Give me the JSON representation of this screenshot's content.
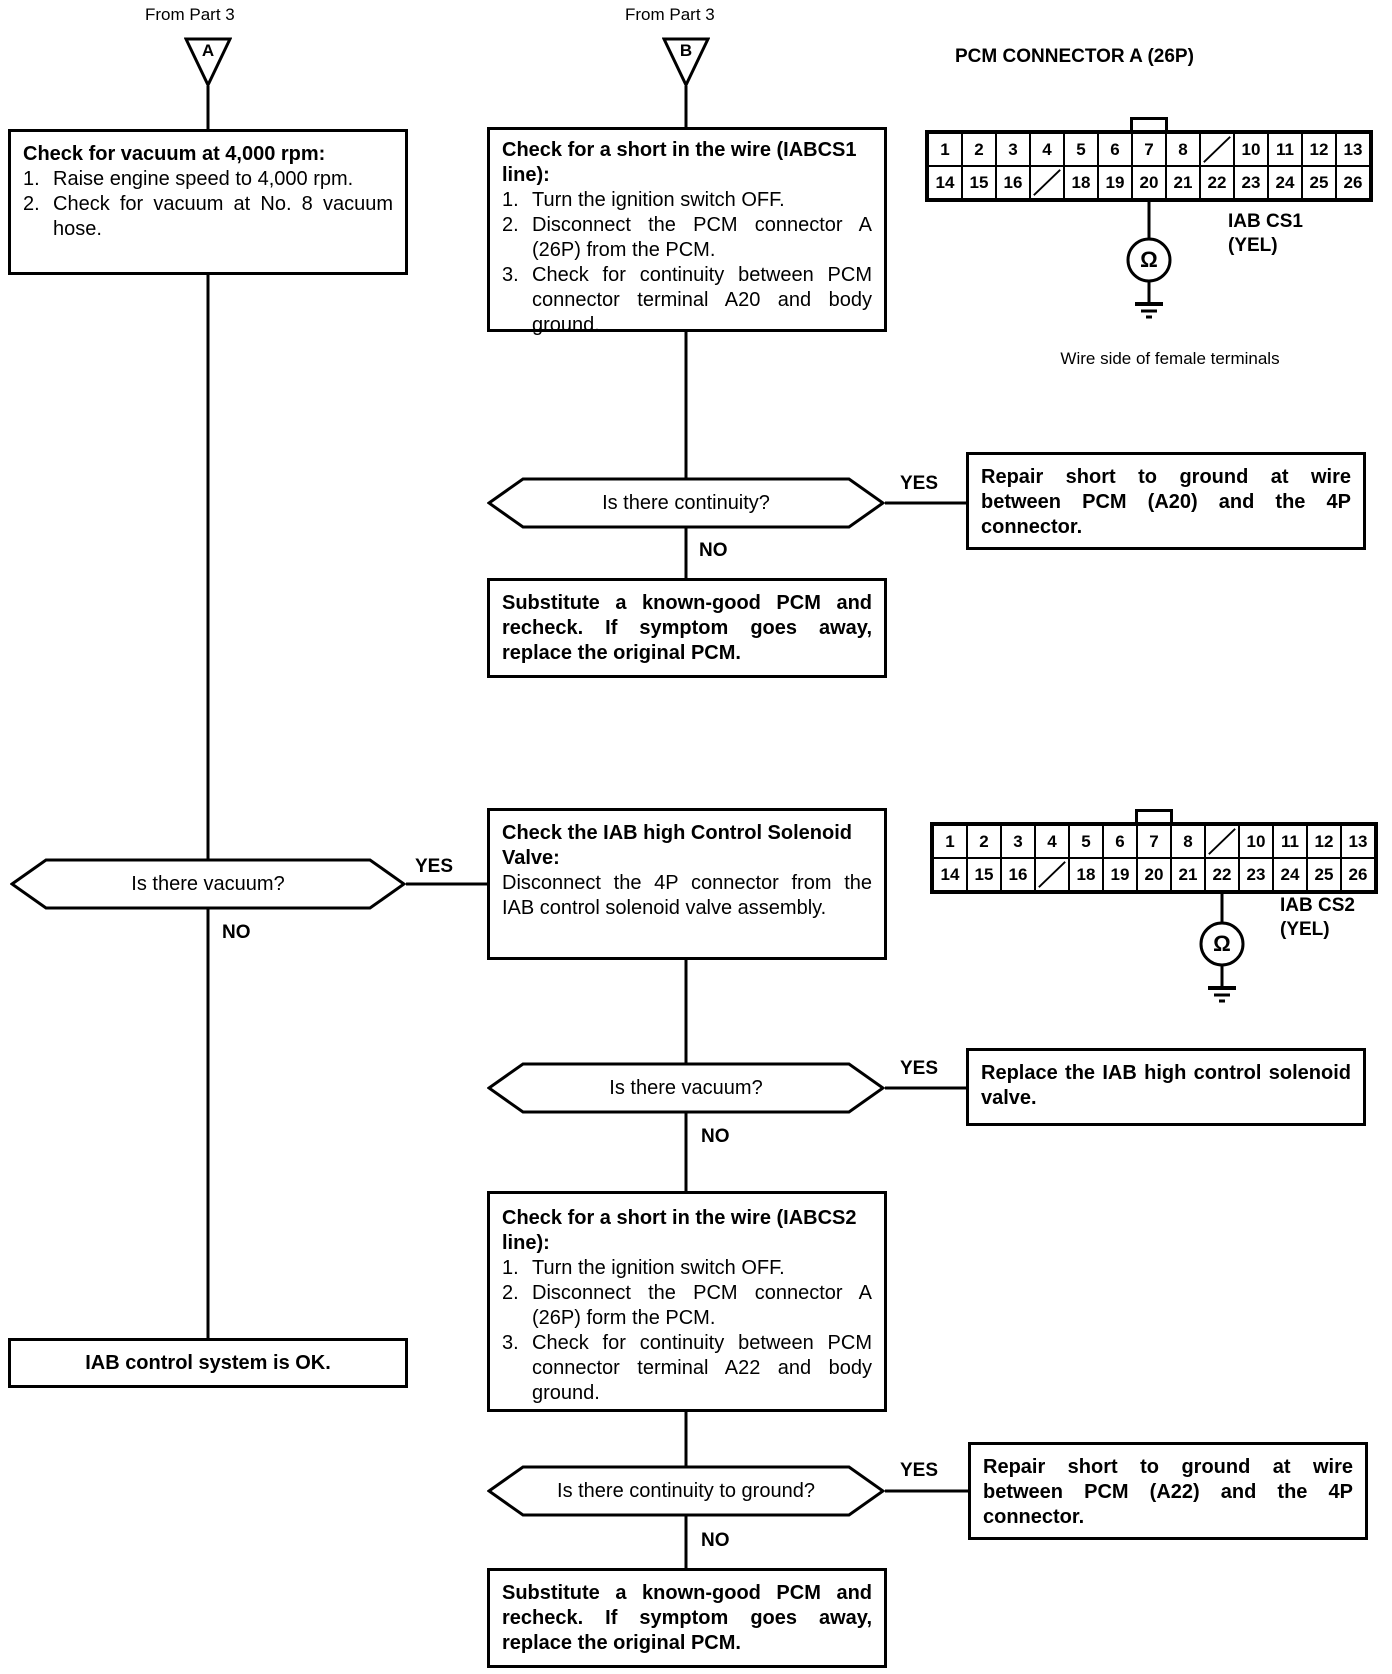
{
  "labels": {
    "from_part_3": "From Part 3",
    "yes": "YES",
    "no": "NO"
  },
  "entries": {
    "a": "A",
    "b": "B"
  },
  "boxes": {
    "check_vacuum": {
      "title": "Check for vacuum at 4,000 rpm:",
      "steps": [
        {
          "num": "1.",
          "text": "Raise engine speed to 4,000 rpm."
        },
        {
          "num": "2.",
          "text": "Check for vacuum at No. 8 vacuum hose."
        }
      ]
    },
    "short_cs1": {
      "title": "Check for a short in the wire (IABCS1 line):",
      "steps": [
        {
          "num": "1.",
          "text": "Turn the ignition switch OFF."
        },
        {
          "num": "2.",
          "text": "Disconnect the PCM connector A (26P) from the PCM."
        },
        {
          "num": "3.",
          "text": "Check for continuity between PCM connector terminal A20 and body ground."
        }
      ]
    },
    "repair_a20": "Repair short to ground at wire between PCM (A20) and the 4P connector.",
    "substitute_1": "Substitute a known-good PCM and recheck. If symptom goes away, replace the original PCM.",
    "check_iab": {
      "title": "Check the IAB high Control Solenoid Valve:",
      "body": "Disconnect the 4P connector from the IAB control solenoid valve assembly."
    },
    "replace_valve": "Replace the IAB high control solenoid valve.",
    "short_cs2": {
      "title": "Check for a short in the wire (IABCS2 line):",
      "steps": [
        {
          "num": "1.",
          "text": "Turn the ignition switch OFF."
        },
        {
          "num": "2.",
          "text": "Disconnect the PCM connector A (26P) form the PCM."
        },
        {
          "num": "3.",
          "text": "Check for continuity between PCM connector terminal A22 and body ground."
        }
      ]
    },
    "repair_a22": "Repair short to ground at wire between PCM (A22) and the 4P connector.",
    "substitute_2": "Substitute a known-good PCM and recheck. If symptom goes away, replace the original PCM.",
    "ok": "IAB control system is OK."
  },
  "decisions": {
    "vacuum_left": "Is there vacuum?",
    "continuity_1": "Is there continuity?",
    "vacuum_mid": "Is there vacuum?",
    "continuity_ground": "Is there continuity to ground?"
  },
  "pcm": {
    "title": "PCM CONNECTOR A (26P)",
    "caption": "Wire side of female terminals",
    "meter": "Ω",
    "row1": [
      "1",
      "2",
      "3",
      "4",
      "5",
      "6",
      "7",
      "8",
      "",
      "10",
      "11",
      "12",
      "13"
    ],
    "row2": [
      "14",
      "15",
      "16",
      "",
      "18",
      "19",
      "20",
      "21",
      "22",
      "23",
      "24",
      "25",
      "26"
    ],
    "cs1": {
      "name": "IAB CS1",
      "color": "(YEL)"
    },
    "cs2": {
      "name": "IAB CS2",
      "color": "(YEL)"
    }
  }
}
